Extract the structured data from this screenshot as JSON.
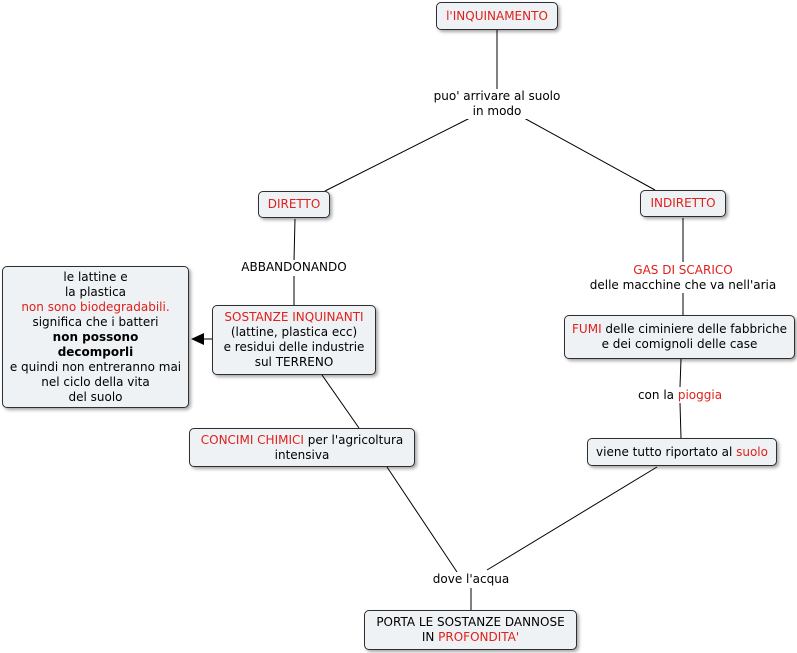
{
  "nodes": {
    "root": "l'INQUINAMENTO",
    "diretto": "DIRETTO",
    "indiretto": "INDIRETTO",
    "sostanze": {
      "title": "SOSTANZE INQUINANTI",
      "l2": "(lattine, plastica ecc)",
      "l3": "e residui delle industrie",
      "l4": "sul TERRENO"
    },
    "lattine": {
      "l1": "le lattine e",
      "l2": "la plastica",
      "l3": "non sono biodegradabili.",
      "l4": "significa che i batteri",
      "l5": "non possono",
      "l6": "decomporli",
      "l7": "e quindi non entreranno mai",
      "l8": "nel ciclo della vita",
      "l9": "del suolo"
    },
    "concimi": {
      "red": "CONCIMI CHIMICI",
      "rest": " per l'agricoltura",
      "l2": "intensiva"
    },
    "fumi": {
      "red": "FUMI",
      "rest": " delle ciminiere delle fabbriche",
      "l2": "e dei comignoli delle case"
    },
    "viene": {
      "text": "viene tutto riportato al ",
      "red": "suolo"
    },
    "porta": {
      "l1": "PORTA LE SOSTANZE DANNOSE",
      "l2a": "IN ",
      "l2red": "PROFONDITA'"
    }
  },
  "labels": {
    "arriva": {
      "l1": "puo' arrivare al suolo",
      "l2": "in modo"
    },
    "abbandonando": "ABBANDONANDO",
    "gas": {
      "red": "GAS DI SCARICO",
      "l2": "delle macchine che va nell'aria"
    },
    "pioggia": {
      "text": "con la ",
      "red": "pioggia"
    },
    "acqua": "dove l'acqua"
  },
  "colors": {
    "accent_red": "#e0201c",
    "node_fill": "#eef2f5",
    "edge": "#000000"
  }
}
